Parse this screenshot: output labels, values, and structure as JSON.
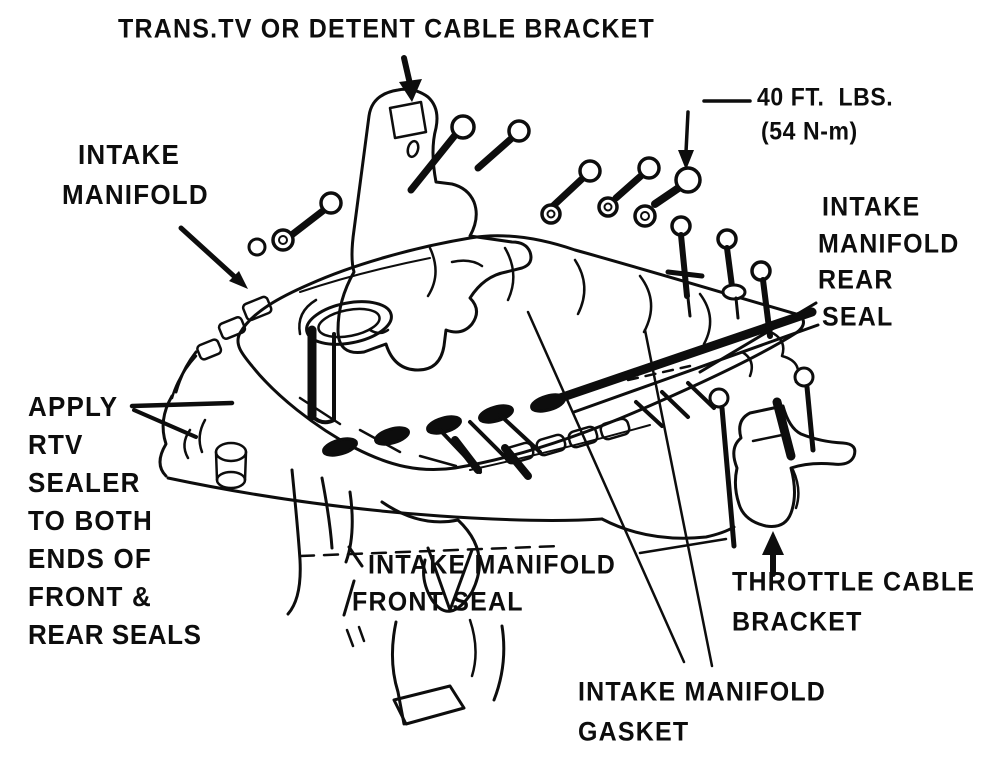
{
  "figure_type": "service-manual-intake-manifold-diagram",
  "colors": {
    "ink": "#0d0d0d",
    "background": "#ffffff"
  },
  "labels": {
    "trans_tv_bracket": "TRANS.TV OR DETENT CABLE BRACKET",
    "torque": [
      "40 FT.  LBS.",
      "(54 N-m)"
    ],
    "intake_manifold": [
      "INTAKE",
      "MANIFOLD"
    ],
    "intake_manifold_rear_seal": [
      "INTAKE",
      "MANIFOLD",
      "REAR",
      "SEAL"
    ],
    "apply_rtv": [
      "APPLY",
      "RTV",
      "SEALER",
      "TO BOTH",
      "ENDS OF",
      "FRONT &",
      "REAR SEALS"
    ],
    "intake_manifold_front_seal": [
      "INTAKE MANIFOLD",
      "FRONT SEAL"
    ],
    "throttle_cable_bracket": [
      "THROTTLE CABLE",
      "BRACKET"
    ],
    "intake_manifold_gasket": [
      "INTAKE MANIFOLD",
      "GASKET"
    ]
  }
}
